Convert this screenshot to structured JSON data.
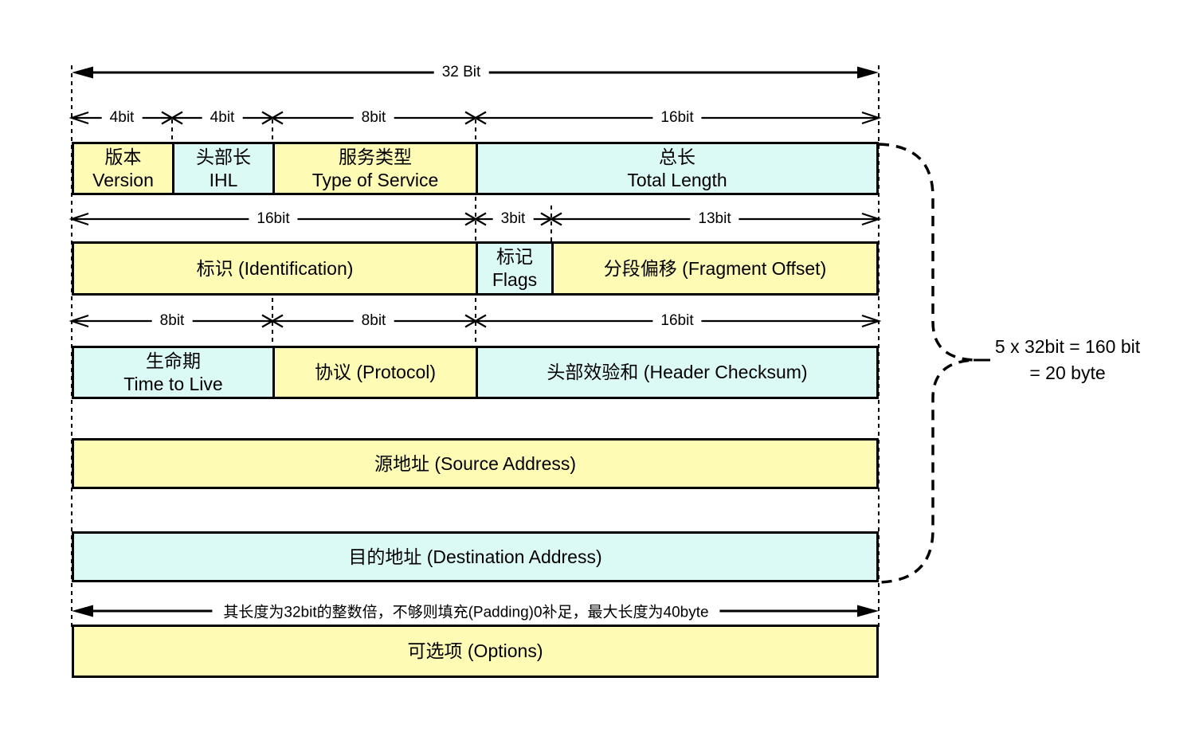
{
  "arrows": {
    "total_width_label": "32 Bit",
    "measures_row1": [
      "4bit",
      "4bit",
      "8bit",
      "16bit"
    ],
    "measures_row2": [
      "16bit",
      "3bit",
      "13bit"
    ],
    "measures_row3": [
      "8bit",
      "8bit",
      "16bit"
    ],
    "options_note": "其长度为32bit的整数倍，不够则填充(Padding)0补足，最大长度为40byte"
  },
  "fields": {
    "version": {
      "zh": "版本",
      "en": "Version"
    },
    "ihl": {
      "zh": "头部长",
      "en": "IHL"
    },
    "type_of_service": {
      "zh": "服务类型",
      "en": "Type of Service"
    },
    "total_length": {
      "zh": "总长",
      "en": "Total Length"
    },
    "identification": {
      "label": "标识 (Identification)"
    },
    "flags": {
      "zh": "标记",
      "en": "Flags"
    },
    "fragment_offset": {
      "label": "分段偏移 (Fragment Offset)"
    },
    "time_to_live": {
      "zh": "生命期",
      "en": "Time to Live"
    },
    "protocol": {
      "label": "协议 (Protocol)"
    },
    "header_checksum": {
      "label": "头部效验和 (Header Checksum)"
    },
    "source_address": {
      "label": "源地址 (Source Address)"
    },
    "destination_address": {
      "label": "目的地址 (Destination Address)"
    },
    "options": {
      "label": "可选项 (Options)"
    }
  },
  "brace": {
    "line1": "5 x 32bit = 160 bit",
    "line2": "= 20 byte"
  },
  "colors": {
    "field_yellow": "#FEFBB4",
    "field_cyan": "#DBFAF6",
    "line": "#000000",
    "background": "#FFFFFF"
  }
}
